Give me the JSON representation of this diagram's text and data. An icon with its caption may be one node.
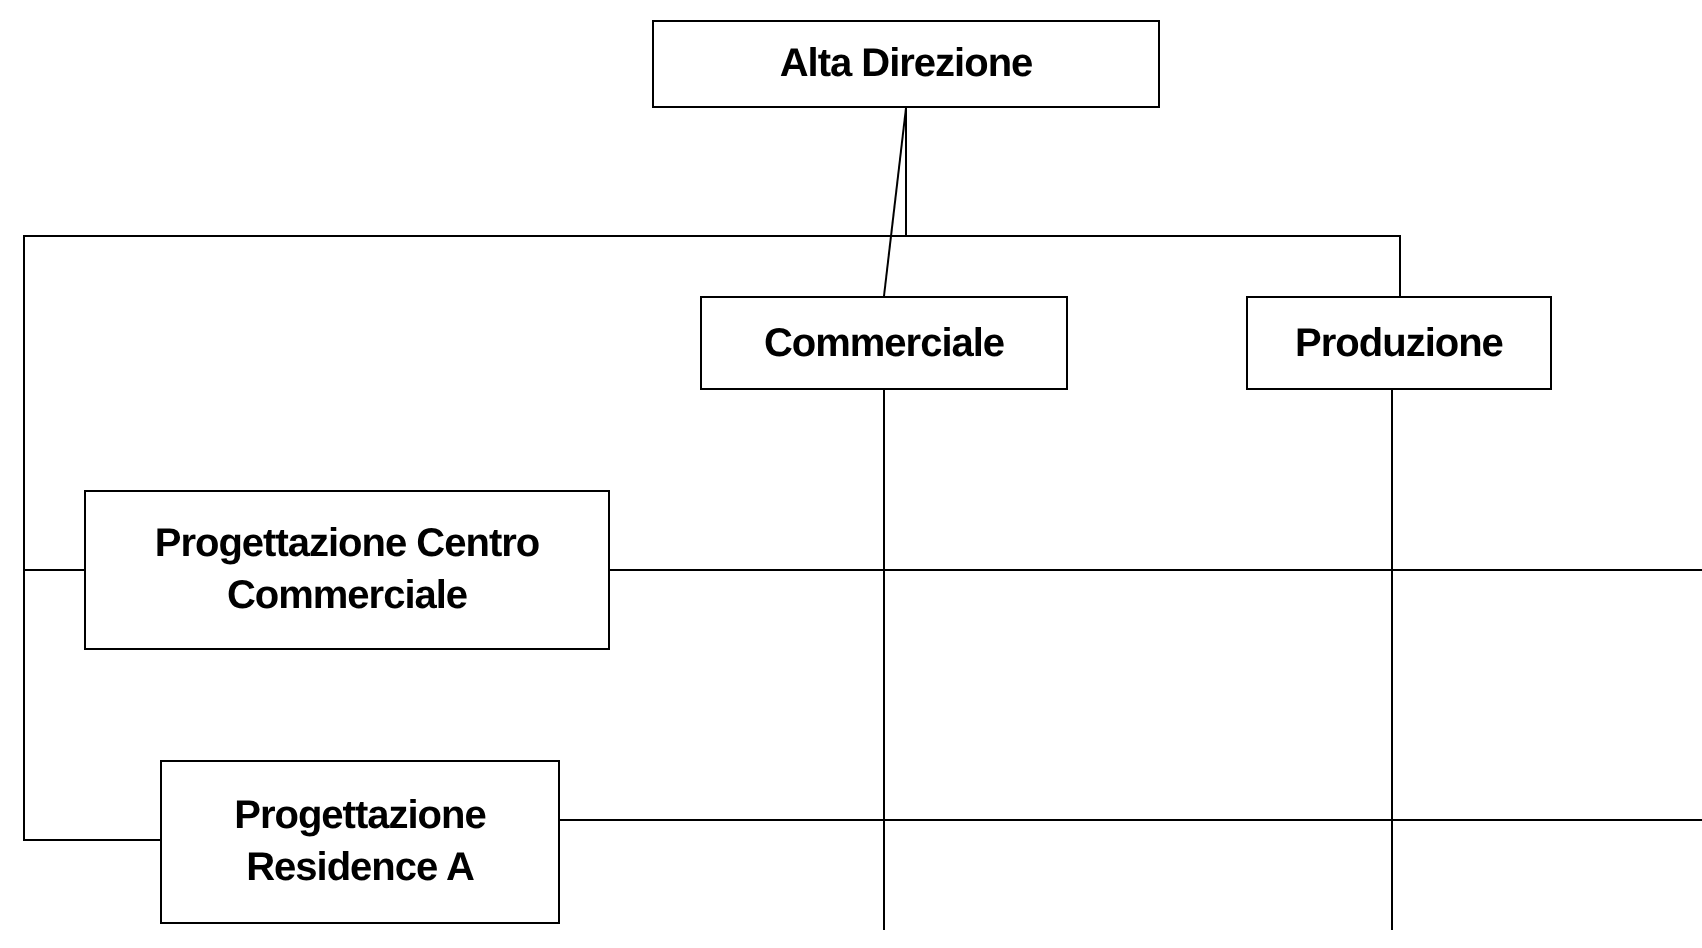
{
  "diagram": {
    "nodes": [
      {
        "text": [
          "Alta Direzione"
        ]
      },
      {
        "text": [
          "Commerciale"
        ]
      },
      {
        "text": [
          "Produzione"
        ]
      },
      {
        "text": [
          "Progettazione Centro Commerciale"
        ]
      },
      {
        "text": [
          "Progettazione Residence A"
        ]
      }
    ],
    "edges": [
      {
        "from": 0,
        "to": 1,
        "arrow": "none"
      },
      {
        "from": 0,
        "to": 2,
        "arrow": "none"
      },
      {
        "from": 0,
        "to": 3,
        "arrow": "none"
      },
      {
        "from": 0,
        "to": 4,
        "arrow": "none"
      },
      {
        "from": 1,
        "to": null,
        "arrow": "none"
      },
      {
        "from": 2,
        "to": null,
        "arrow": "none"
      },
      {
        "from": 3,
        "to": null,
        "arrow": "none"
      },
      {
        "from": 4,
        "to": null,
        "arrow": "none"
      }
    ]
  }
}
